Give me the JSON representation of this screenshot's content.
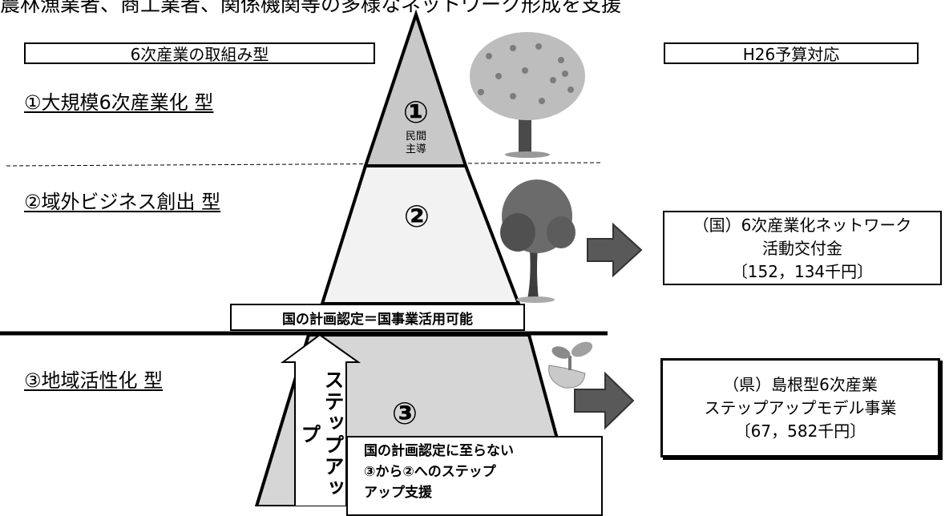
{
  "subtitle": "農林漁業者、商工業者、関係機関等の多様なネットワーク形成を支援",
  "left_header": "6次産業の取組み型",
  "right_header": "H26予算対応",
  "types": [
    {
      "label": "①大規模6次産業化 型"
    },
    {
      "label": "②域外ビジネス創出 型"
    },
    {
      "label": "③地域活性化 型"
    }
  ],
  "pyramid": {
    "level1": {
      "number": "①",
      "caption": [
        "民間",
        "主導"
      ]
    },
    "level2": {
      "number": "②"
    },
    "level3": {
      "number": "③"
    }
  },
  "certification_label": "国の計画認定＝国事業活用可能",
  "stepup_vertical": "ステップアップ",
  "stepup_note": [
    "国の計画認定に至らない",
    "③から②へのステップ",
    "アップ支援"
  ],
  "budget_national": [
    "（国）6次産業化ネットワーク",
    "活動交付金",
    "〔152，134千円〕"
  ],
  "budget_prefecture": [
    "（県）島根型6次産業",
    "ステップアップモデル事業",
    "〔67，582千円〕"
  ],
  "colors": {
    "pyramid_top": "#c8c8c8",
    "pyramid_mid": "#f2f2f2",
    "pyramid_bottom": "#d6d6d6",
    "arrow": "#595959"
  },
  "icons": [
    "fruit-tree-icon",
    "tree-icon",
    "sprout-icon"
  ]
}
